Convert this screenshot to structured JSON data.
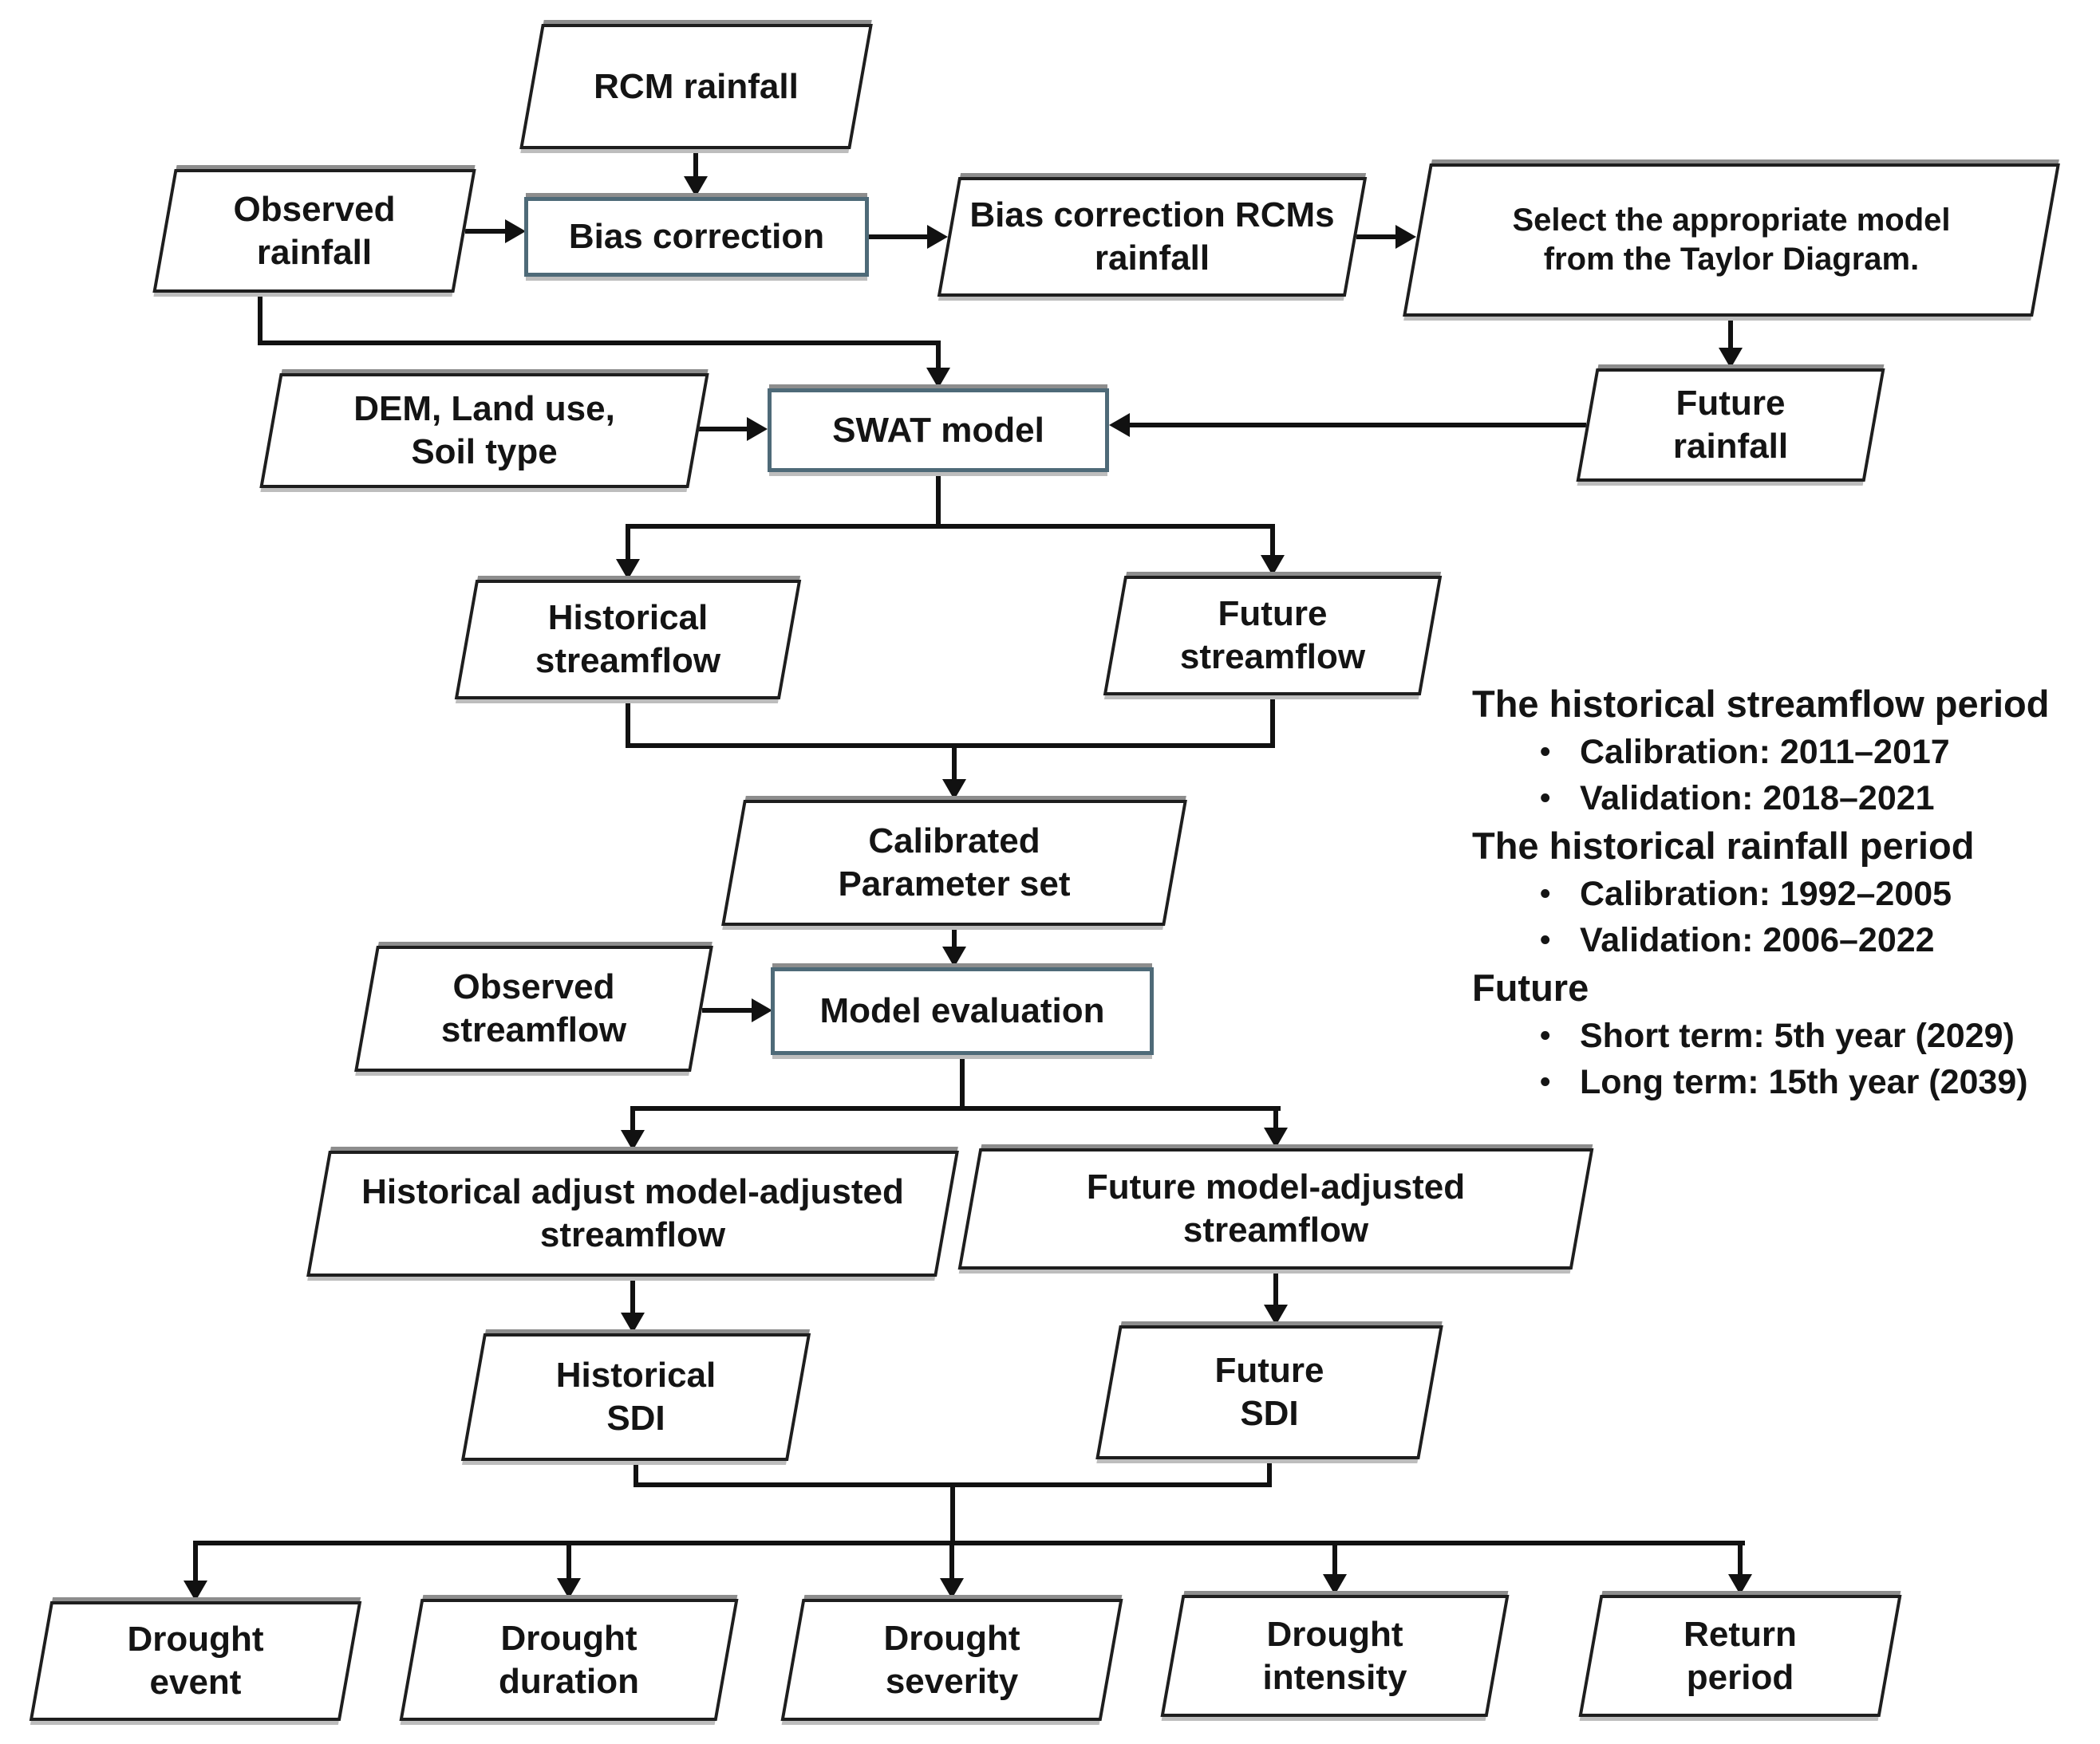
{
  "nodes": {
    "rcm_rainfall": "RCM rainfall",
    "observed_rainfall": "Observed rainfall",
    "bias_correction": "Bias correction",
    "bias_rcms_rainfall": "Bias correction RCMs rainfall",
    "select_model": "Select the appropriate model from the Taylor Diagram.",
    "future_rainfall": "Future rainfall",
    "dem_landuse": "DEM, Land use, Soil type",
    "swat_model": "SWAT model",
    "historical_streamflow": "Historical streamflow",
    "future_streamflow": "Future streamflow",
    "calibrated_parameter": "Calibrated Parameter set",
    "observed_streamflow": "Observed streamflow",
    "model_evaluation": "Model evaluation",
    "hist_adjusted": "Historical adjust model-adjusted streamflow",
    "future_adjusted": "Future model-adjusted streamflow",
    "historical_sdi": "Historical SDI",
    "future_sdi": "Future SDI",
    "drought_event": "Drought event",
    "drought_duration": "Drought duration",
    "drought_severity": "Drought severity",
    "drought_intensity": "Drought intensity",
    "return_period": "Return period"
  },
  "side_notes": {
    "sections": [
      {
        "title": "The historical streamflow period",
        "bullets": [
          "Calibration: 2011–2017",
          "Validation: 2018–2021"
        ]
      },
      {
        "title": "The historical rainfall period",
        "bullets": [
          "Calibration: 1992–2005",
          "Validation: 2006–2022"
        ]
      },
      {
        "title": "Future",
        "bullets": [
          "Short term: 5th year (2029)",
          "Long term: 15th year (2039)"
        ]
      }
    ]
  },
  "colors": {
    "process_border": "#4e6a78",
    "io_border": "#1e1e1e",
    "line": "#111111",
    "background": "#ffffff"
  }
}
